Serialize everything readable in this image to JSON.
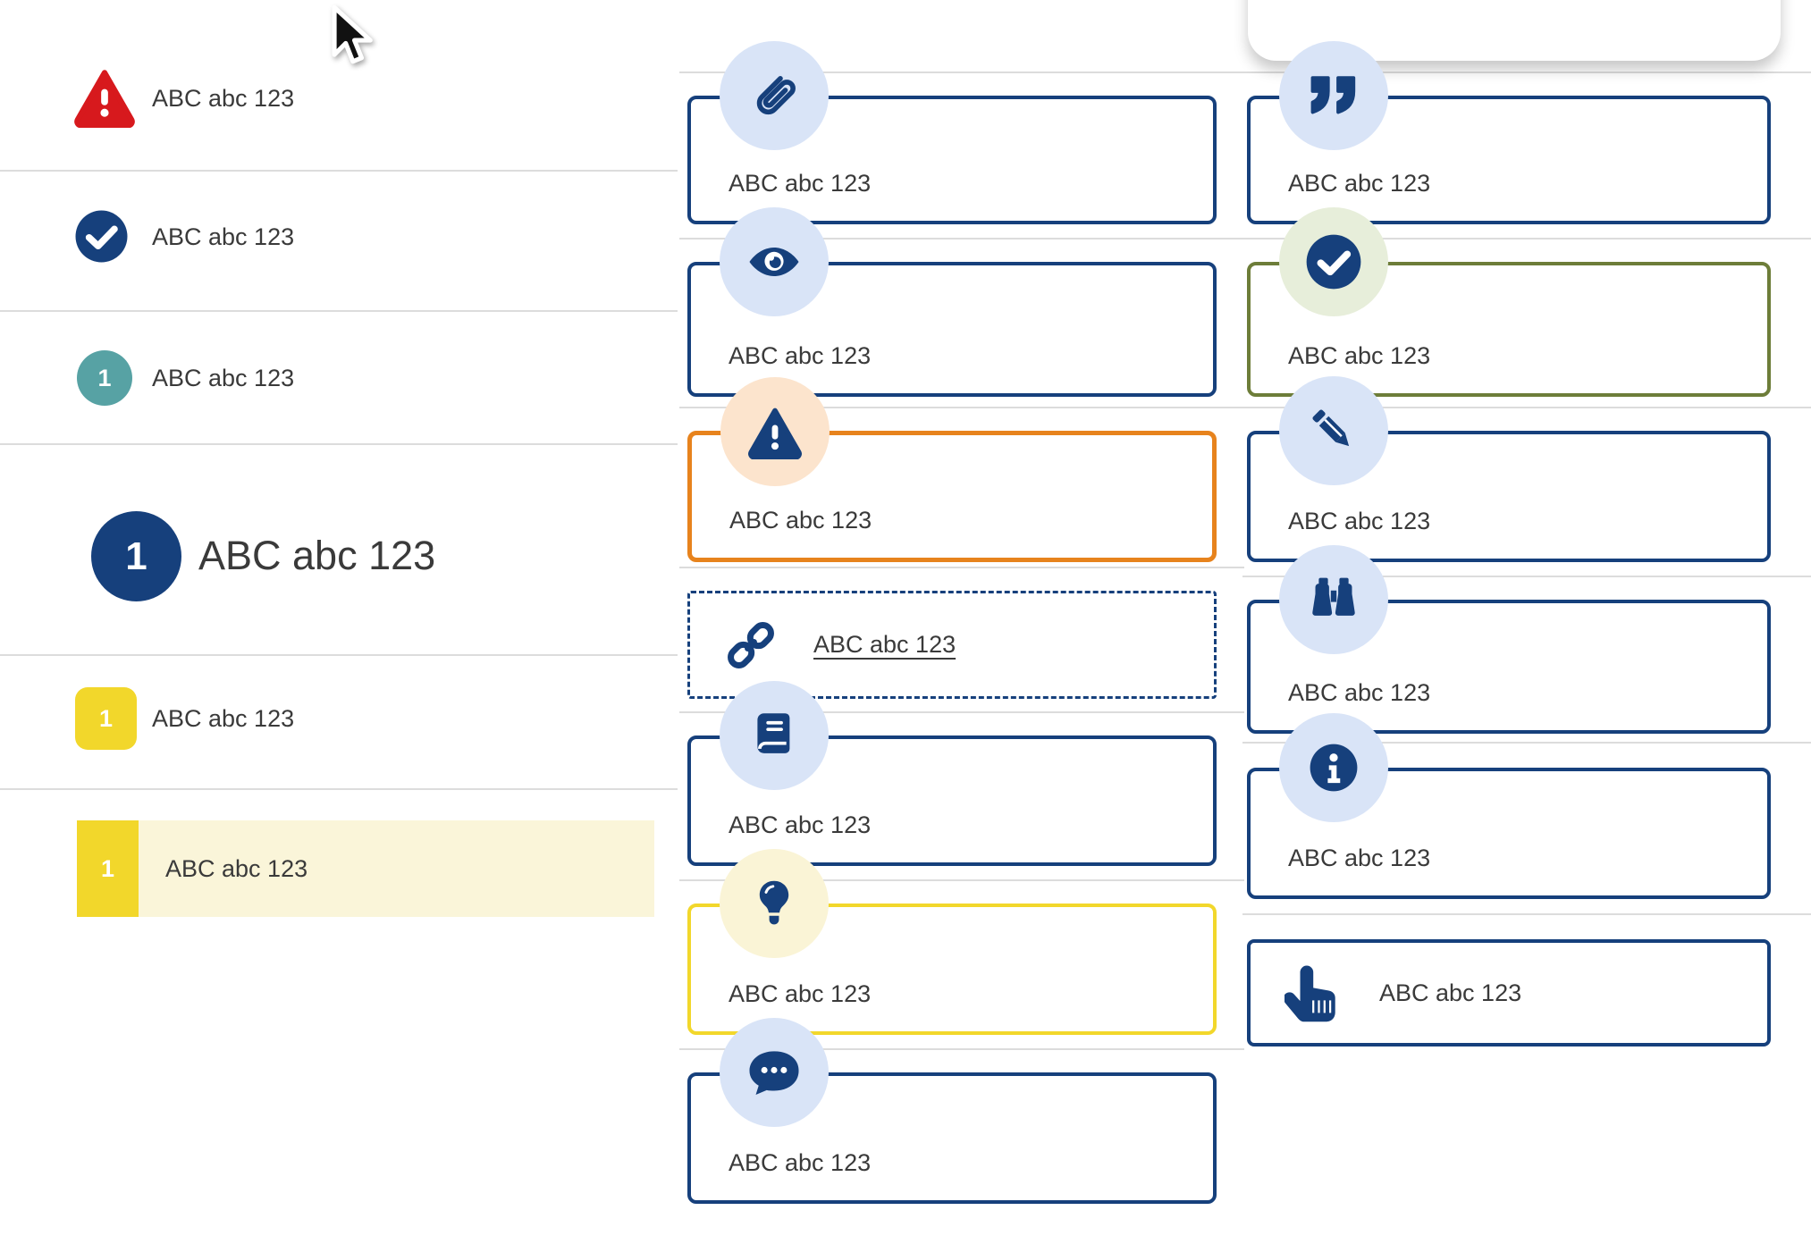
{
  "palette": {
    "navy": "#16407c",
    "light_blue": "#d9e4f7",
    "red": "#d7191d",
    "teal": "#57a2a4",
    "yellow": "#f2d72b",
    "cream_highlight": "#faf5d9",
    "pale_yellow": "#faf4d6",
    "orange": "#e7831d",
    "peach": "#fce4cd",
    "olive_green": "#6d7d39",
    "pale_green": "#e7eeda",
    "divider_grey": "#dcdcdc",
    "text": "#3a3a3a"
  },
  "cursor": {
    "icon": "mouse-pointer-icon"
  },
  "left_list": {
    "items": [
      {
        "icon": "warning-triangle-icon",
        "label": "ABC abc 123",
        "style": "red-alert"
      },
      {
        "icon": "check-circle-icon",
        "label": "ABC abc 123",
        "style": "navy-success"
      },
      {
        "icon": "number-badge",
        "badge": "1",
        "label": "ABC abc 123",
        "style": "teal-circle"
      },
      {
        "icon": "number-badge",
        "badge": "1",
        "label": "ABC abc 123",
        "style": "navy-circle-large"
      },
      {
        "icon": "number-badge",
        "badge": "1",
        "label": "ABC abc 123",
        "style": "yellow-square"
      },
      {
        "icon": "number-badge",
        "badge": "1",
        "label": "ABC abc 123",
        "style": "yellow-square-highlighted-row"
      }
    ]
  },
  "middle_column": {
    "boxes": [
      {
        "icon": "paperclip-icon",
        "label": "ABC abc 123",
        "style": "navy-border"
      },
      {
        "icon": "eye-icon",
        "label": "ABC abc 123",
        "style": "navy-border"
      },
      {
        "icon": "warning-triangle-icon",
        "label": "ABC abc 123",
        "style": "orange-border"
      },
      {
        "icon": "link-icon",
        "label": "ABC abc 123",
        "style": "dashed-border-link"
      },
      {
        "icon": "book-icon",
        "label": "ABC abc 123",
        "style": "navy-border"
      },
      {
        "icon": "lightbulb-icon",
        "label": "ABC abc 123",
        "style": "yellow-border"
      },
      {
        "icon": "comment-dots-icon",
        "label": "ABC abc 123",
        "style": "navy-border"
      }
    ]
  },
  "right_column": {
    "boxes": [
      {
        "icon": "quote-icon",
        "label": "ABC abc 123",
        "style": "navy-border"
      },
      {
        "icon": "check-circle-icon",
        "label": "ABC abc 123",
        "style": "green-border"
      },
      {
        "icon": "pencil-icon",
        "label": "ABC abc 123",
        "style": "navy-border"
      },
      {
        "icon": "binoculars-icon",
        "label": "ABC abc 123",
        "style": "navy-border"
      },
      {
        "icon": "info-circle-icon",
        "label": "ABC abc 123",
        "style": "navy-border"
      },
      {
        "icon": "hand-pointer-icon",
        "label": "ABC abc 123",
        "style": "navy-border-inline"
      }
    ]
  }
}
